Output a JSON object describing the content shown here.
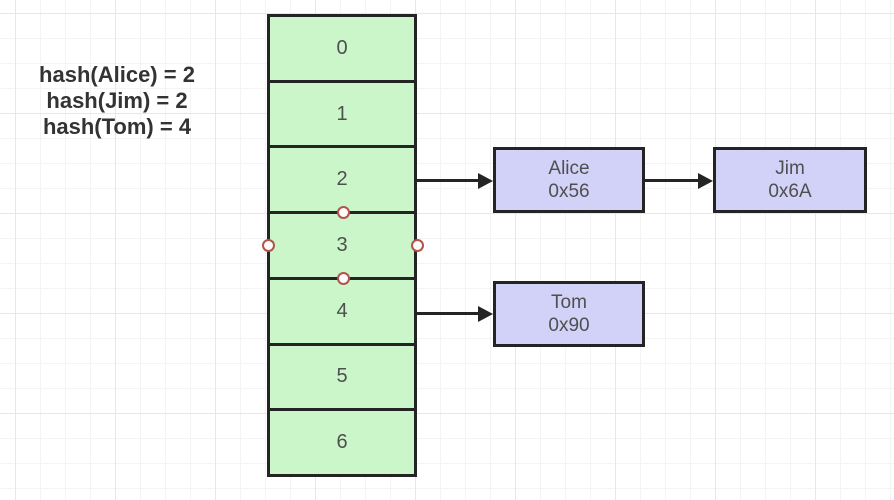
{
  "annotations": {
    "hash_lines": [
      "hash(Alice) = 2",
      "hash(Jim) = 2",
      "hash(Tom) = 4"
    ]
  },
  "hash_table": {
    "buckets": [
      "0",
      "1",
      "2",
      "3",
      "4",
      "5",
      "6"
    ],
    "selected_bucket": "3"
  },
  "nodes": {
    "alice": {
      "name": "Alice",
      "address": "0x56"
    },
    "jim": {
      "name": "Jim",
      "address": "0x6A"
    },
    "tom": {
      "name": "Tom",
      "address": "0x90"
    }
  },
  "colors": {
    "bucket_fill": "#cbf6ca",
    "node_fill": "#d2d1f7",
    "stroke": "#242424",
    "handle_ring": "#b2544d",
    "label_text": "#4f4f4f",
    "annotation_text": "#333333",
    "grid_minor": "#f4f4f4",
    "grid_major": "#e7e7e7"
  }
}
